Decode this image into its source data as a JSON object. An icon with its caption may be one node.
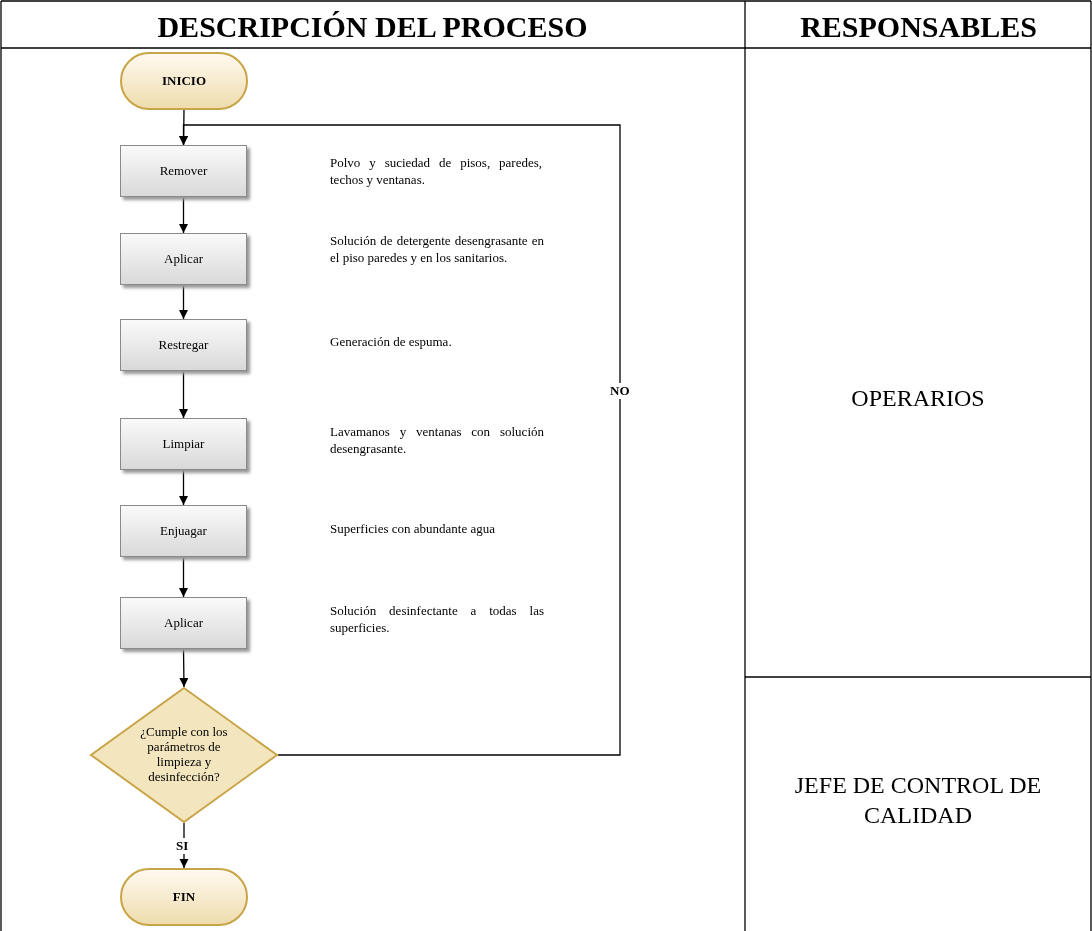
{
  "diagram": {
    "nodes": [
      {
        "text": [
          "INICIO"
        ]
      },
      {
        "text": [
          "Remover"
        ]
      },
      {
        "text": [
          "Aplicar"
        ]
      },
      {
        "text": [
          "Restregar"
        ]
      },
      {
        "text": [
          "Limpiar"
        ]
      },
      {
        "text": [
          "Enjuagar"
        ]
      },
      {
        "text": [
          "Aplicar"
        ]
      },
      {
        "text": [
          "¿Cumple con los parámetros de limpieza y desinfección?"
        ]
      },
      {
        "text": [
          "FIN"
        ]
      }
    ],
    "edges": [
      {
        "from": 0,
        "to": 1,
        "arrow": "to"
      },
      {
        "from": 1,
        "to": 2,
        "arrow": "to"
      },
      {
        "from": 2,
        "to": 3,
        "arrow": "to"
      },
      {
        "from": 3,
        "to": 4,
        "arrow": "to"
      },
      {
        "from": 4,
        "to": 5,
        "arrow": "to"
      },
      {
        "from": 5,
        "to": 6,
        "arrow": "to"
      },
      {
        "from": 6,
        "to": 7,
        "arrow": "to"
      },
      {
        "from": 7,
        "to": 8,
        "arrow": "to",
        "label": "SI"
      },
      {
        "from": 7,
        "to": 1,
        "arrow": "to",
        "label": "NO"
      }
    ],
    "labels": [
      "DESCRIPCIÓN DEL PROCESO",
      "RESPONSABLES",
      "Polvo y suciedad de pisos, paredes, techos y ventanas.",
      "Solución de detergente desengrasante en el piso paredes y en los sanitarios.",
      "Generación de espuma.",
      "OPERARIOS",
      "Lavamanos y ventanas con solución desengrasante.",
      "Superficies con abundante agua",
      "Solución desinfectante a todas las superficies.",
      "JEFE DE CONTROL DE CALIDAD"
    ]
  }
}
